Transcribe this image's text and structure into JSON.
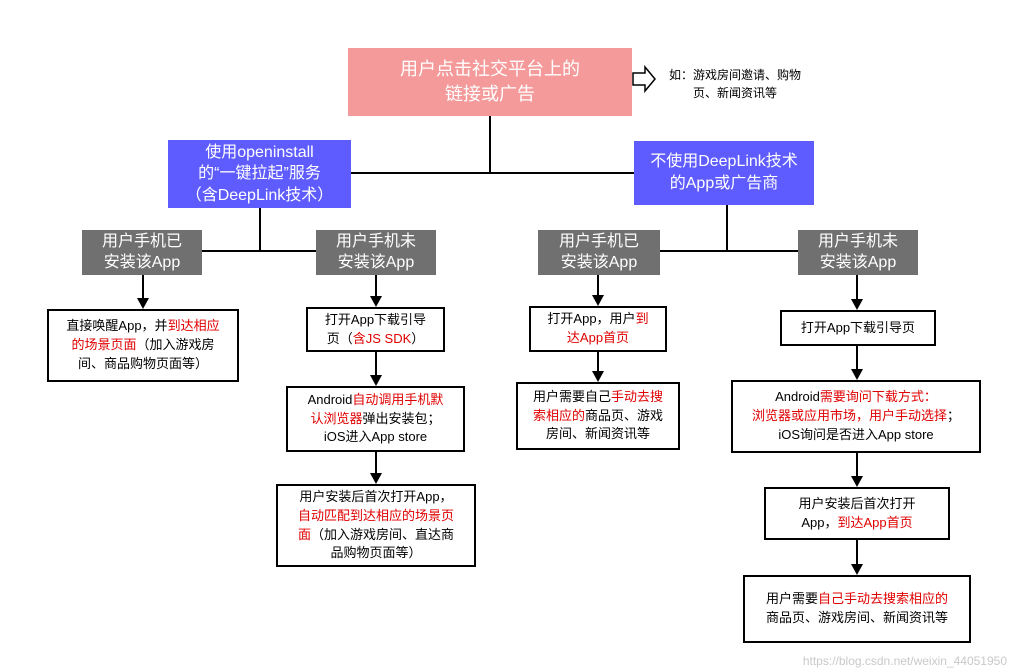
{
  "root": {
    "lines": [
      "用户点击社交平台上的",
      "链接或广告"
    ]
  },
  "note": {
    "lines": [
      "如：游戏房间邀请、购物",
      "页、新闻资讯等"
    ]
  },
  "branch_left": {
    "lines": [
      "使用openinstall",
      "的“一键拉起”服务",
      "（含DeepLink技术）"
    ]
  },
  "branch_right": {
    "lines": [
      "不使用DeepLink技术",
      "的App或广告商"
    ]
  },
  "cond": {
    "installed": [
      "用户手机已",
      "安装该App"
    ],
    "not_installed": [
      "用户手机未",
      "安装该App"
    ]
  },
  "box_a1": {
    "p1": "直接唤醒App，并",
    "r1": "到达相应",
    "r2": "的场景页面",
    "p2": "（加入游戏房",
    "p3": "间、商品购物页面等）"
  },
  "box_b1": {
    "p1": "打开App下载引导",
    "p2": "页（",
    "r1": "含JS SDK",
    "p3": "）"
  },
  "box_b2": {
    "p1": "Android",
    "r1": "自动调用手机默",
    "r2": "认浏览器",
    "p2": "弹出安装包；",
    "p3": "iOS进入App store"
  },
  "box_b3": {
    "p1": "用户安装后首次打开App，",
    "r1": "自动匹配到达相应的场景页",
    "r2": "面",
    "p2": "（加入游戏房间、直达商",
    "p3": "品购物页面等）"
  },
  "box_c1": {
    "p1": "打开App，用户",
    "r1": "到",
    "r2": "达App首页"
  },
  "box_c2": {
    "p1": "用户需要自己",
    "r1": "手动去搜",
    "r2": "索相应的",
    "p2": "商品页、游戏",
    "p3": "房间、新闻资讯等"
  },
  "box_d1": {
    "p1": "打开App下载引导页"
  },
  "box_d2": {
    "p1": "Android",
    "r1": "需要询问下载方式：",
    "r2": "浏览器或应用市场，用户手动选择",
    "p2": "；",
    "p3": "iOS询问是否进入App store"
  },
  "box_d3": {
    "p1": "用户安装后首次打开",
    "p2": "App，",
    "r1": "到达App首页"
  },
  "box_d4": {
    "p1": "用户需要",
    "r1": "自己手动去搜索相应的",
    "p2": "商品页、游戏房间、新闻资讯等"
  },
  "watermark": "https://blog.csdn.net/weixin_44051950"
}
